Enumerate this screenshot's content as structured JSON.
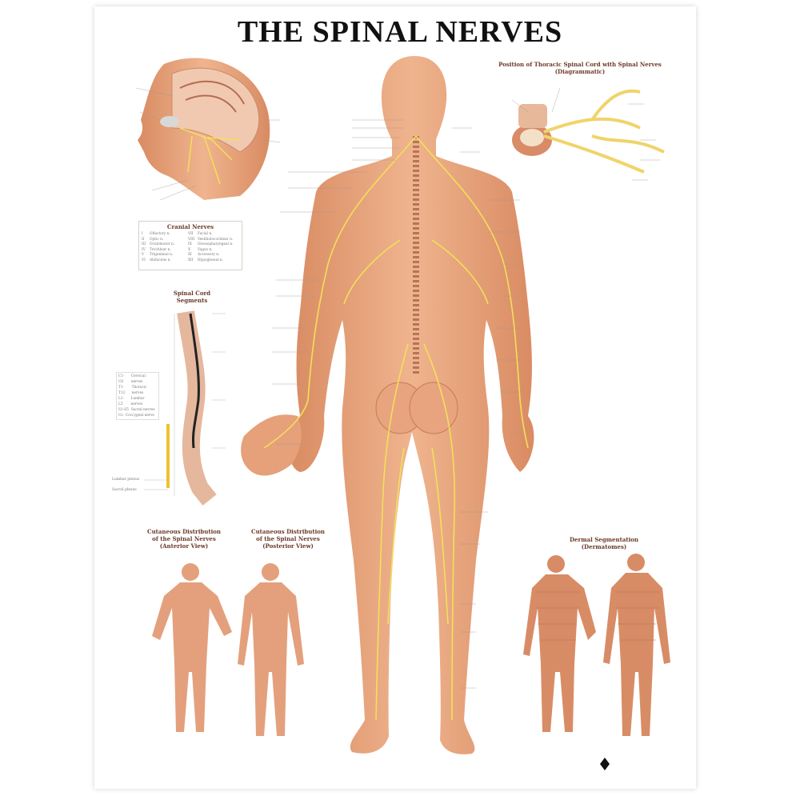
{
  "title": "THE SPINAL NERVES",
  "inset_thoracic": {
    "title": "Position of Thoracic Spinal Cord with Spinal Nerves",
    "subtitle": "(Diagrammatic)"
  },
  "cranial_nerves": {
    "title": "Cranial Nerves",
    "items": [
      {
        "num": "I",
        "name": "Olfactory n."
      },
      {
        "num": "II",
        "name": "Optic n."
      },
      {
        "num": "III",
        "name": "Oculomotor n."
      },
      {
        "num": "IV",
        "name": "Trochlear n."
      },
      {
        "num": "V",
        "name": "Trigeminal n."
      },
      {
        "num": "VI",
        "name": "Abducens n."
      },
      {
        "num": "VII",
        "name": "Facial n."
      },
      {
        "num": "VIII",
        "name": "Vestibulocochlear n."
      },
      {
        "num": "IX",
        "name": "Glossopharyngeal n."
      },
      {
        "num": "X",
        "name": "Vagus n."
      },
      {
        "num": "XI",
        "name": "Accessory n."
      },
      {
        "num": "XII",
        "name": "Hypoglossal n."
      }
    ]
  },
  "spinal_segments": {
    "title": "Spinal Cord Segments",
    "legend": [
      {
        "code": "C1-C8",
        "name": "Cervical nerves"
      },
      {
        "code": "T1-T12",
        "name": "Thoracic nerves"
      },
      {
        "code": "L1-L5",
        "name": "Lumbar nerves"
      },
      {
        "code": "S1-S5",
        "name": "Sacral nerves"
      },
      {
        "code": "Co",
        "name": "Coccygeal nerve"
      }
    ],
    "plexus_labels": [
      "Lumbar plexus",
      "Sacral plexus"
    ]
  },
  "cutaneous_anterior": {
    "title": "Cutaneous Distribution of the Spinal Nerves",
    "subtitle": "(Anterior View)"
  },
  "cutaneous_posterior": {
    "title": "Cutaneous Distribution of the Spinal Nerves",
    "subtitle": "(Posterior View)"
  },
  "dermatomes": {
    "title": "Dermal Segmentation",
    "subtitle": "(Dermatomes)"
  },
  "colors": {
    "skin": "#e9a47c",
    "skin_shadow": "#c97a55",
    "nerve": "#f2e05a",
    "heading": "#6b3a2a"
  }
}
